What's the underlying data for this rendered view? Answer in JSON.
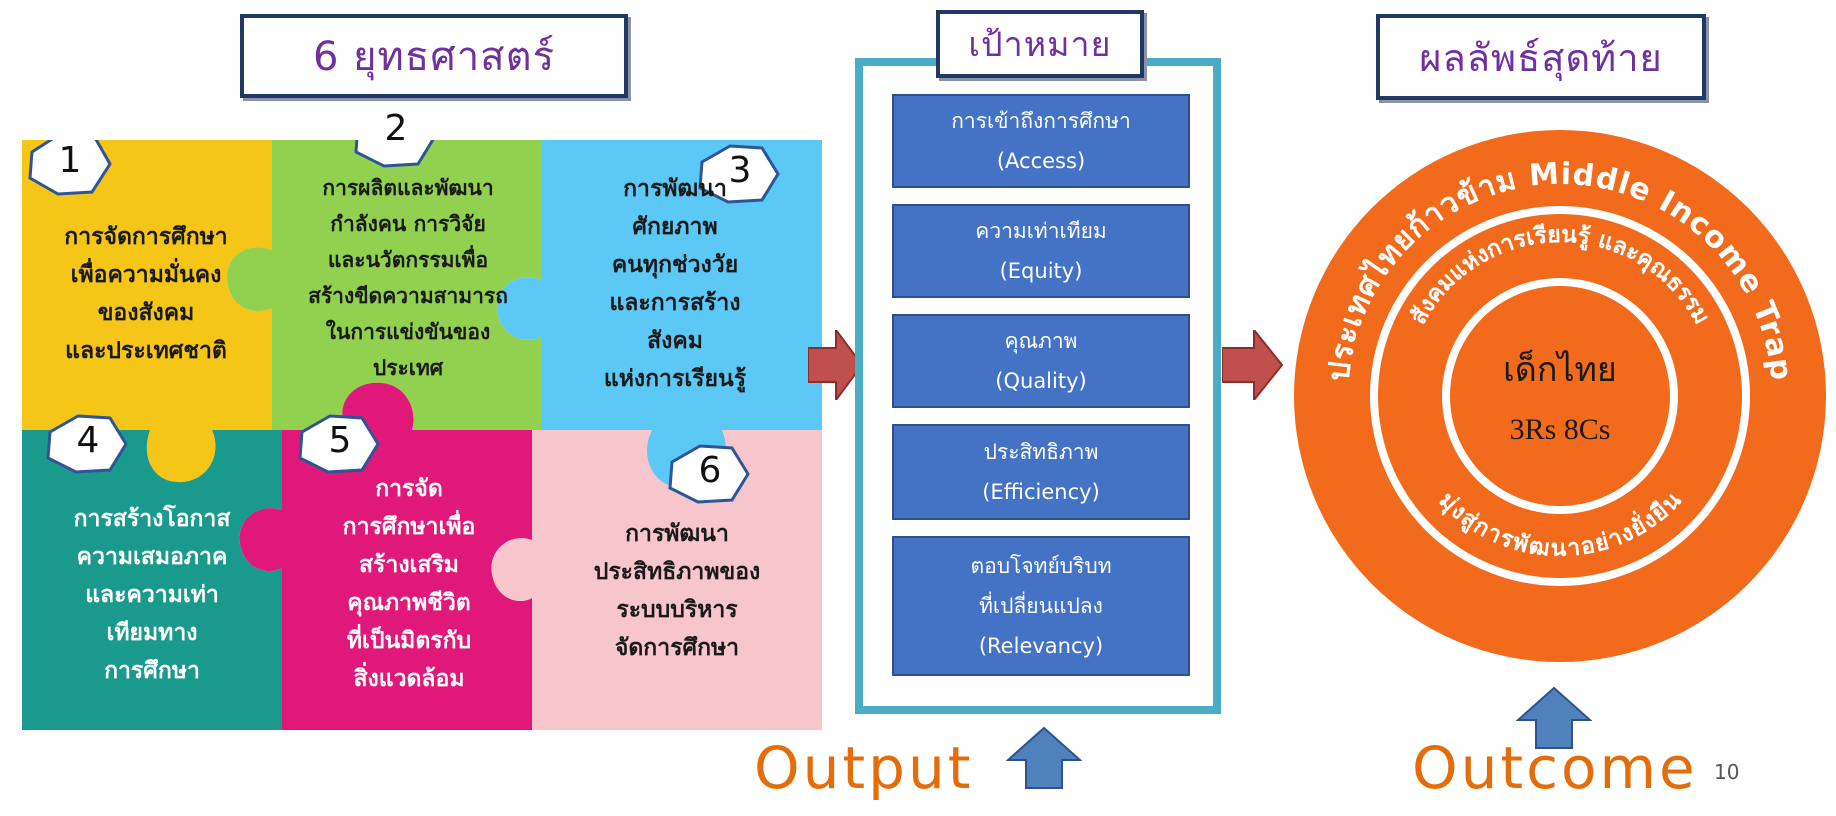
{
  "headers": {
    "strategies": "6 ยุทธศาสตร์",
    "goals": "เป้าหมาย",
    "final_result": "ผลลัพธ์สุดท้าย"
  },
  "strategies": [
    {
      "number": "1",
      "lines": [
        "การจัดการศึกษา",
        "เพื่อความมั่นคง",
        "ของสังคม",
        "และประเทศชาติ"
      ],
      "color": "#f5c518"
    },
    {
      "number": "2",
      "lines": [
        "การผลิตและพัฒนา",
        "กำลังคน การวิจัย",
        "และนวัตกรรมเพื่อ",
        "สร้างขีดความสามารถ",
        "ในการแข่งขันของ",
        "ประเทศ"
      ],
      "color": "#92d050"
    },
    {
      "number": "3",
      "lines": [
        "การพัฒนา",
        "ศักยภาพ",
        "คนทุกช่วงวัย",
        "และการสร้าง",
        "สังคม",
        "แห่งการเรียนรู้"
      ],
      "color": "#5bc8f5"
    },
    {
      "number": "4",
      "lines": [
        "การสร้างโอกาส",
        "ความเสมอภาค",
        "และความเท่า",
        "เทียมทาง",
        "การศึกษา"
      ],
      "color": "#1a9a8c"
    },
    {
      "number": "5",
      "lines": [
        "การจัด",
        "การศึกษาเพื่อ",
        "สร้างเสริม",
        "คุณภาพชีวิต",
        "ที่เป็นมิตรกับ",
        "สิ่งแวดล้อม"
      ],
      "color": "#e0187a"
    },
    {
      "number": "6",
      "lines": [
        "การพัฒนา",
        "ประสิทธิภาพของ",
        "ระบบบริหาร",
        "จัดการศึกษา"
      ],
      "color": "#f7c6cc"
    }
  ],
  "goals": [
    {
      "thai": "การเข้าถึงการศึกษา",
      "english": "(Access)"
    },
    {
      "thai": "ความเท่าเทียม",
      "english": "(Equity)"
    },
    {
      "thai": "คุณภาพ",
      "english": "(Quality)"
    },
    {
      "thai": "ประสิทธิภาพ",
      "english": "(Efficiency)"
    },
    {
      "thai": "ตอบโจทย์บริบท",
      "thai2": "ที่เปลี่ยนแปลง",
      "english": "(Relevancy)"
    }
  ],
  "outcome_circle": {
    "outer_ring_text": "ประเทศไทยก้าวข้าม Middle Income Trap",
    "middle_ring_top": "สังคมแห่งการเรียนรู้ และคุณธรรม",
    "middle_ring_bottom": "มุ่งสู่การพัฒนาอย่างยั่งยืน",
    "center_line1": "เด็กไทย",
    "center_line2": "3Rs 8Cs",
    "color": "#f26b1d"
  },
  "labels": {
    "output": "Output",
    "outcome": "Outcome",
    "page_number": "10"
  },
  "colors": {
    "header_border": "#1f3864",
    "header_text": "#7030a0",
    "goal_frame": "#4bacc6",
    "goal_box": "#4472c4",
    "arrow_red": "#c0504d",
    "arrow_blue": "#4f81bd",
    "label_orange": "#e46c0a"
  }
}
